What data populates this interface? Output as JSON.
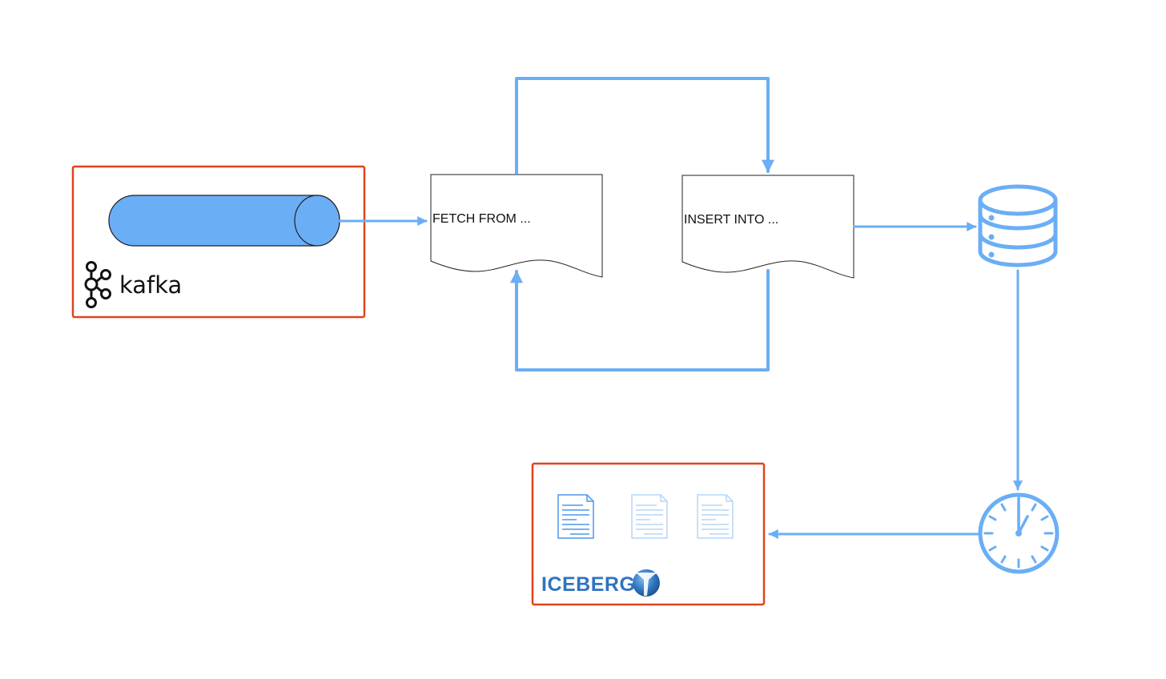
{
  "diagram": {
    "kafka_box": {
      "logo_text": "kafka",
      "border_color": "#e0441c",
      "topic_color": "#6aaef5"
    },
    "fetch_doc": {
      "label": "FETCH FROM ..."
    },
    "insert_doc": {
      "label": "INSERT INTO  ..."
    },
    "database_icon": {
      "icon": "database-icon"
    },
    "clock_icon": {
      "icon": "clock-icon"
    },
    "iceberg_box": {
      "logo_text": "ICEBERG",
      "border_color": "#e0441c",
      "files": [
        "file-icon",
        "file-icon-faded",
        "file-icon-faded"
      ]
    },
    "colors": {
      "flow": "#6aaef5",
      "box_border": "#e0441c",
      "iceberg_text": "#2f74c0"
    }
  }
}
